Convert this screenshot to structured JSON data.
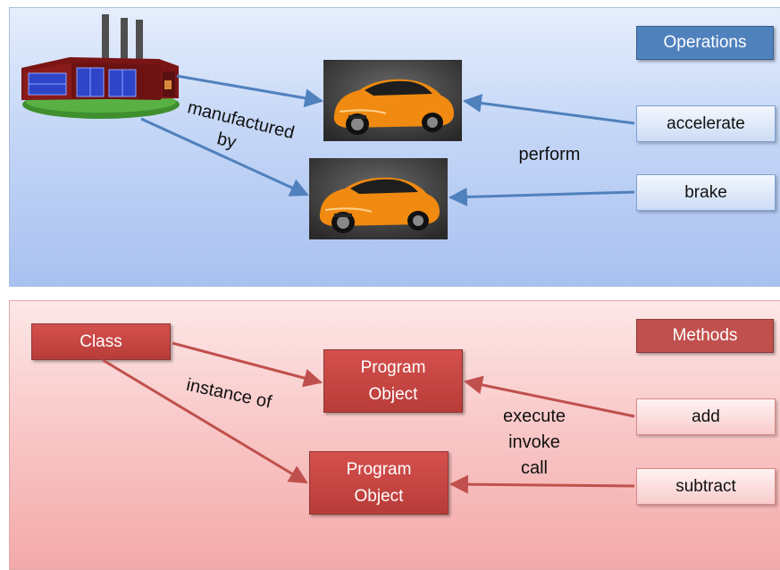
{
  "top": {
    "title": "Operations",
    "operations": [
      "accelerate",
      "brake"
    ],
    "relation_manufactured_line1": "manufactured",
    "relation_manufactured_line2": "by",
    "relation_perform": "perform"
  },
  "bottom": {
    "title": "Methods",
    "class_label": "Class",
    "object1_line1": "Program",
    "object1_line2": "Object",
    "object2_line1": "Program",
    "object2_line2": "Object",
    "relation_instance": "instance of",
    "relation_invoke_lines": [
      "execute",
      "invoke",
      "call"
    ],
    "methods": [
      "add",
      "subtract"
    ]
  },
  "colors": {
    "blue_accent": "#4f81bd",
    "red_accent": "#c0504d",
    "car_orange": "#f08a10"
  },
  "icons": {
    "factory": "factory-icon",
    "car": "car-image"
  }
}
